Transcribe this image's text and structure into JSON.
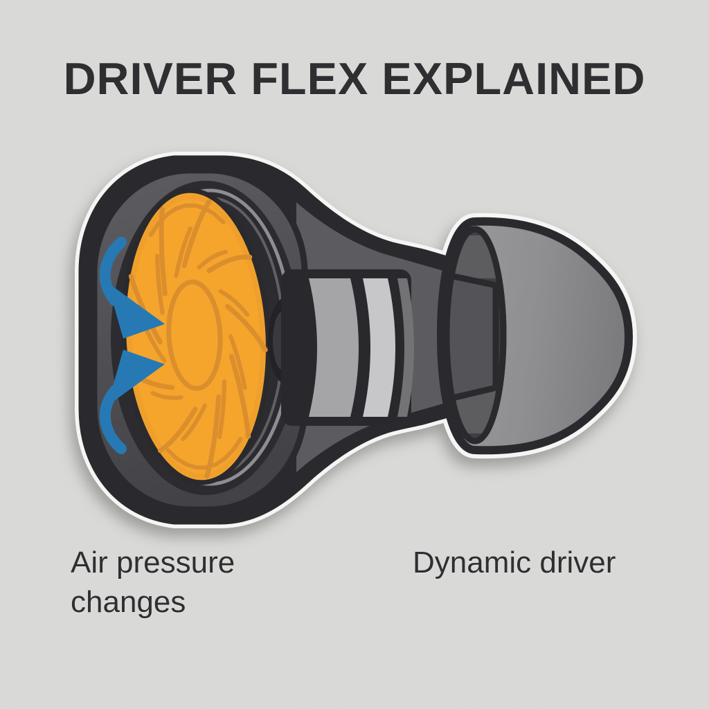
{
  "title": "DRIVER FLEX EXPLAINED",
  "labels": {
    "air_pressure": {
      "line1": "Air pressure",
      "line2": "changes"
    },
    "dynamic_driver": "Dynamic driver"
  },
  "illustration": {
    "subject": "earbud-dynamic-driver-cutaway",
    "parts": [
      "diaphragm",
      "driver-housing",
      "magnet-coil-stack",
      "nozzle",
      "silicone-ear-tip",
      "air-flow-arrow-icon"
    ]
  },
  "colors": {
    "background": "#dadad8",
    "ink": "#2f2f32",
    "outline": "#2a2a2e",
    "glow": "#f5f5f3",
    "diaphragm": "#f5a52c",
    "diaphragm_lines": "#db8e2d",
    "arrow_blue": "#2779b4",
    "housing_mid": "#5c5c60",
    "housing_face_top": "#5e5e62",
    "housing_face_bottom": "#434347",
    "ring_dark": "#2c2c30",
    "band_light": "#c7c7c9",
    "band_mid": "#a5a5a7",
    "band_dark": "#737376",
    "ear_tip": "#8f8f92",
    "tip_opening": "#404044"
  }
}
